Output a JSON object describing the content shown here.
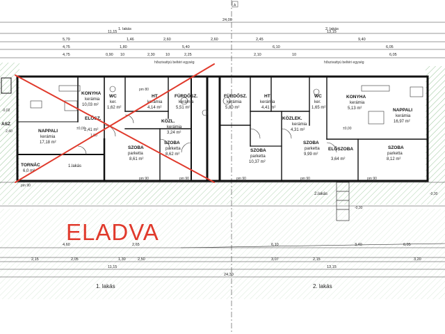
{
  "sold_stamp": "ELADVA",
  "colors": {
    "stamp_red": "#e03a2c",
    "wall": "#111111",
    "hatch": "#9bc79b"
  },
  "axis_marker": "A",
  "top_dims": {
    "overall": "24,00",
    "row2": [
      "11,15",
      "13,15"
    ],
    "row3": [
      "5,79",
      "1,46",
      "2,60",
      "2,60",
      "2,45",
      "9,40"
    ],
    "row4": [
      "4,75",
      "1,80",
      "5,40",
      "6,10",
      "6,05"
    ],
    "row5": [
      "4,75",
      "0,90",
      "10",
      "2,30",
      "10",
      "2,25",
      "2,10",
      "10",
      "6,05"
    ],
    "unit_labels": [
      "1. lakás",
      "2. lakás"
    ],
    "vent_notes": [
      "hőszivattyú beltéri egység",
      "hőszivattyú beltéri egység"
    ]
  },
  "rooms": [
    {
      "name": "KONYHA",
      "finish": "kerámia",
      "area": "10,03 m²"
    },
    {
      "name": "WC",
      "finish": "ker.",
      "area": "1,62 m²"
    },
    {
      "name": "HT",
      "finish": "kerámia",
      "area": "4,14 m²"
    },
    {
      "name": "FÜRDŐSZ.",
      "finish": "kerámia",
      "area": "5,51 m²"
    },
    {
      "name": "FÜRDŐSZ.",
      "finish": "kerámia",
      "area": "5,80 m²"
    },
    {
      "name": "HT",
      "finish": "kerámia",
      "area": "4,41 m²"
    },
    {
      "name": "WC",
      "finish": "ker.",
      "area": "1,65 m²"
    },
    {
      "name": "KONYHA",
      "finish": "kerámia",
      "area": "5,13 m²"
    },
    {
      "name": "NAPPALI",
      "finish": "kerámia",
      "area": "17,18 m²"
    },
    {
      "name": "NAPPALI",
      "finish": "kerámia",
      "area": "16,97 m²"
    },
    {
      "name": "KÖZL.",
      "finish": "kerámia",
      "area": "3,24 m²"
    },
    {
      "name": "KÖZLEK.",
      "finish": "kerámia",
      "area": "4,31 m²"
    },
    {
      "name": "ELŐSZ.",
      "finish": "",
      "area": "2,41 m²"
    },
    {
      "name": "SZOBA",
      "finish": "parketta",
      "area": "8,61 m²"
    },
    {
      "name": "SZOBA",
      "finish": "parketta",
      "area": "8,62 m²"
    },
    {
      "name": "SZOBA",
      "finish": "parketta",
      "area": "10,37 m²"
    },
    {
      "name": "SZOBA",
      "finish": "parketta",
      "area": "9,99 m²"
    },
    {
      "name": "ELŐSZOBA",
      "finish": "",
      "area": "3,64 m²"
    },
    {
      "name": "SZOBA",
      "finish": "parketta",
      "area": "8,12 m²"
    },
    {
      "name": "TORNÁC",
      "finish": "",
      "area": "6,0 m²"
    },
    {
      "name": "ASZ",
      "finish": "",
      "area": ""
    }
  ],
  "plan_labels": {
    "unit1": "1.lakás",
    "unit2": "2.lakás",
    "left_marks": [
      "-0,02",
      "2,40",
      "1,80"
    ],
    "sill_marks": [
      "pm 90",
      "pm 90",
      "pm 90",
      "pm 90",
      "pm 90",
      "pm 90",
      "pm 80"
    ],
    "levels": [
      "±0,00",
      "±0,00",
      "-0,30",
      "-0,30"
    ]
  },
  "bottom_dims": {
    "row1": [
      "4,60",
      "2,65",
      "6,10",
      "3,40",
      "6,05"
    ],
    "row2": [
      "2,15",
      "2,05",
      "1,30",
      "2,50",
      "3,07",
      "2,15",
      "3,20"
    ],
    "row3": [
      "11,15",
      "13,15"
    ],
    "overall": "24,30",
    "unit_labels": [
      "1. lakás",
      "2. lakás"
    ]
  }
}
